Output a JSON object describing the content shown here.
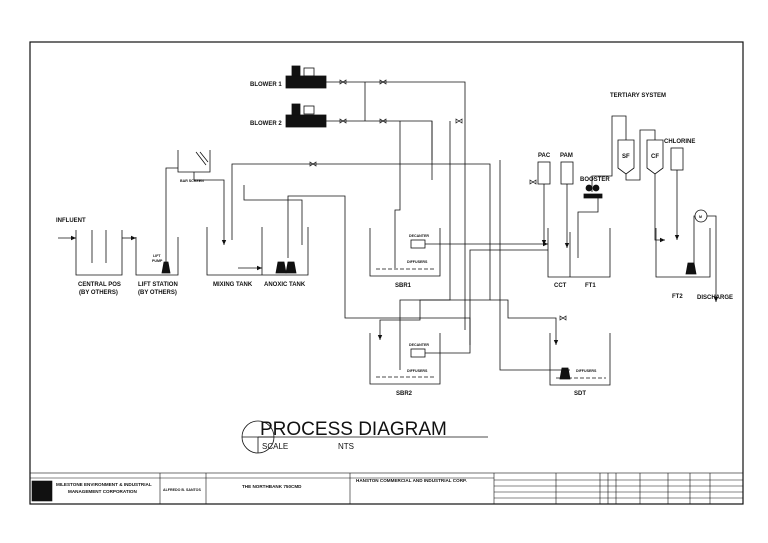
{
  "diagram": {
    "title": "PROCESS DIAGRAM",
    "scale_label": "SCALE",
    "scale_value": "NTS",
    "labels": {
      "influent": "INFLUENT",
      "central_pos": "CENTRAL POS",
      "by_others_1": "(BY OTHERS)",
      "lift_station": "LIFT STATION",
      "by_others_2": "(BY OTHERS)",
      "lift_pump_1": "LIFT",
      "lift_pump_2": "PUMP",
      "bar_screen": "BAR SCREEN",
      "mixing_tank": "MIXING TANK",
      "anoxic_tank": "ANOXIC TANK",
      "blower_1": "BLOWER 1",
      "blower_2": "BLOWER 2",
      "sbr1": "SBR1",
      "sbr2": "SBR2",
      "decanter_1": "DECANTER",
      "diffusers_1": "DIFFUSERS",
      "decanter_2": "DECANTER",
      "diffusers_2": "DIFFUSERS",
      "diffusers_sdt": "DIFFUSERS",
      "pac": "PAC",
      "pam": "PAM",
      "booster": "BOOSTER",
      "tertiary_system": "TERTIARY SYSTEM",
      "sf": "SF",
      "cf": "CF",
      "chlorine": "CHLORINE",
      "cct": "CCT",
      "ft1": "FT1",
      "ft2": "FT2",
      "sdt": "SDT",
      "discharge": "DISCHARGE",
      "meter": "M"
    }
  },
  "title_block": {
    "company_line_1": "MILESTONE ENVIRONMENT & INDUSTRIAL",
    "company_line_2": "MANAGEMENT CORPORATION",
    "designer": "ALFREDO B. SANTOS",
    "project": "THE NORTHBANK 750CMD",
    "client": "HANSTON COMMERCIAL AND INDUSTRIAL CORP."
  }
}
